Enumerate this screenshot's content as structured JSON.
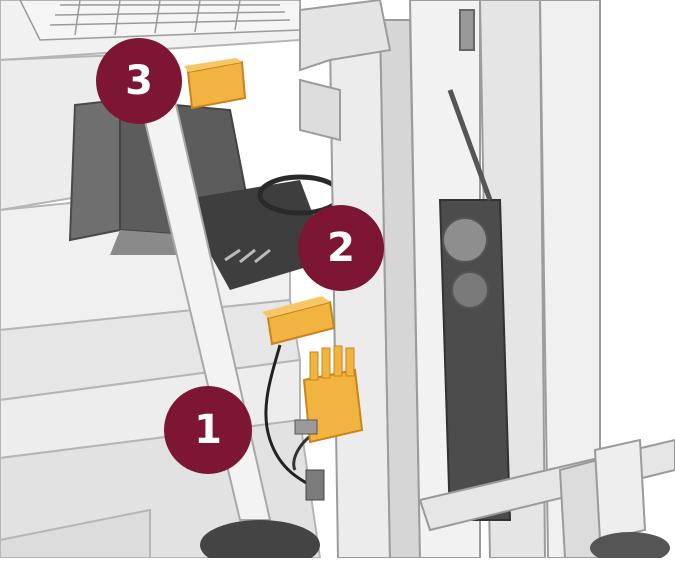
{
  "badges": [
    {
      "label": "3"
    },
    {
      "label": "2"
    },
    {
      "label": "1"
    }
  ],
  "colors": {
    "badge": "#7d1632",
    "component": "#f2b440",
    "component_outline": "#c9841a",
    "frame": "#e9e9e9",
    "frame_dark": "#cfcfcf",
    "mast_shadow": "#555555"
  },
  "icons": [
    "forklift-illustration",
    "sensor-box-icon",
    "connector-icon",
    "cable-icon"
  ]
}
